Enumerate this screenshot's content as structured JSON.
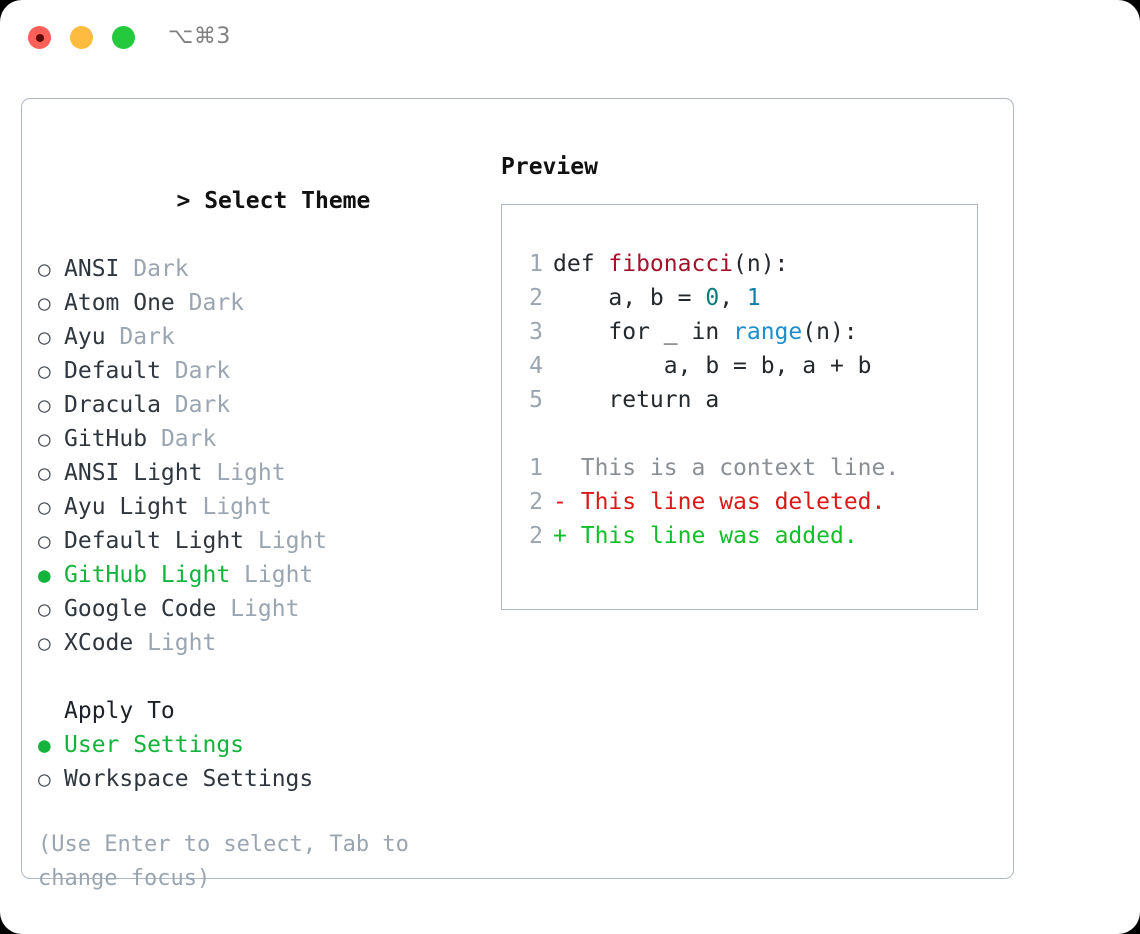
{
  "window": {
    "shortcut": "⌥⌘3",
    "traffic_lights": [
      "close",
      "minimize",
      "zoom"
    ]
  },
  "theme_list": {
    "title": "> Select Theme",
    "title_caret": ">",
    "title_text": "Select Theme",
    "items": [
      {
        "marker": "○",
        "label": "ANSI",
        "suffix": "Dark",
        "selected": false
      },
      {
        "marker": "○",
        "label": "Atom One",
        "suffix": "Dark",
        "selected": false
      },
      {
        "marker": "○",
        "label": "Ayu",
        "suffix": "Dark",
        "selected": false
      },
      {
        "marker": "○",
        "label": "Default",
        "suffix": "Dark",
        "selected": false
      },
      {
        "marker": "○",
        "label": "Dracula",
        "suffix": "Dark",
        "selected": false
      },
      {
        "marker": "○",
        "label": "GitHub",
        "suffix": "Dark",
        "selected": false
      },
      {
        "marker": "○",
        "label": "ANSI Light",
        "suffix": "Light",
        "selected": false
      },
      {
        "marker": "○",
        "label": "Ayu Light",
        "suffix": "Light",
        "selected": false
      },
      {
        "marker": "○",
        "label": "Default Light",
        "suffix": "Light",
        "selected": false
      },
      {
        "marker": "●",
        "label": "GitHub Light",
        "suffix": "Light",
        "selected": true
      },
      {
        "marker": "○",
        "label": "Google Code",
        "suffix": "Light",
        "selected": false
      },
      {
        "marker": "○",
        "label": "XCode",
        "suffix": "Light",
        "selected": false
      }
    ]
  },
  "apply_to": {
    "heading": "Apply To",
    "items": [
      {
        "marker": "●",
        "label": "User Settings",
        "selected": true
      },
      {
        "marker": "○",
        "label": "Workspace Settings",
        "selected": false
      }
    ]
  },
  "hint": "(Use Enter to select, Tab to change focus)",
  "preview": {
    "title": "Preview",
    "code_lines": [
      {
        "n": "1",
        "segments": [
          {
            "t": "def ",
            "c": "plain"
          },
          {
            "t": "fibonacci",
            "c": "fn"
          },
          {
            "t": "(n):",
            "c": "plain"
          }
        ]
      },
      {
        "n": "2",
        "segments": [
          {
            "t": "    a, b = ",
            "c": "plain"
          },
          {
            "t": "0",
            "c": "num0"
          },
          {
            "t": ", ",
            "c": "plain"
          },
          {
            "t": "1",
            "c": "num1"
          }
        ]
      },
      {
        "n": "3",
        "segments": [
          {
            "t": "    for _ in ",
            "c": "plain"
          },
          {
            "t": "range",
            "c": "call"
          },
          {
            "t": "(n):",
            "c": "plain"
          }
        ]
      },
      {
        "n": "4",
        "segments": [
          {
            "t": "        a, b = b, a + b",
            "c": "plain"
          }
        ]
      },
      {
        "n": "5",
        "segments": [
          {
            "t": "    return a",
            "c": "plain"
          }
        ]
      }
    ],
    "diff_lines": [
      {
        "n": "1",
        "sign": " ",
        "text": "This is a context line.",
        "kind": "ctx"
      },
      {
        "n": "2",
        "sign": "-",
        "text": "This line was deleted.",
        "kind": "del"
      },
      {
        "n": "2",
        "sign": "+",
        "text": "This line was added.",
        "kind": "add"
      }
    ]
  },
  "colors": {
    "accent_green": "#14b33c",
    "muted": "#9aa5b1",
    "border": "#aeb6c2",
    "diff_delete": "#d91a19",
    "diff_add": "#12bf2a",
    "code_fn": "#a3142b",
    "code_call": "#1b8ecc"
  }
}
